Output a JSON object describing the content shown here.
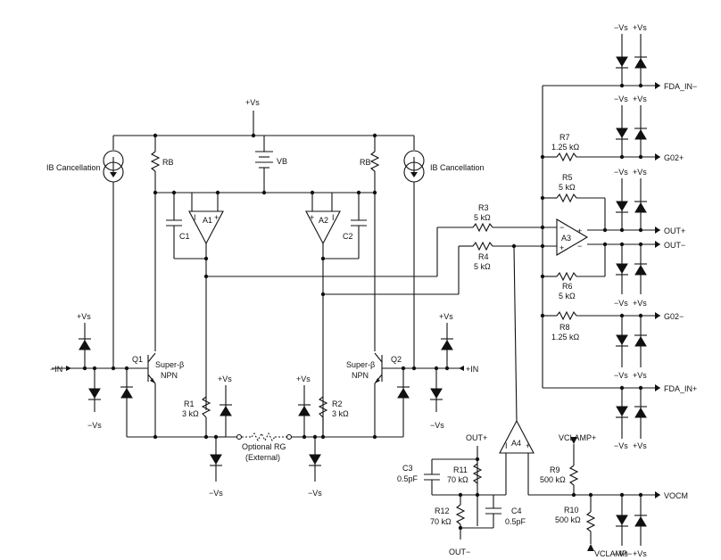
{
  "labels": {
    "vs_top": "+Vs",
    "vb": "VB",
    "rb_left": "RB",
    "rb_right": "RB",
    "ib_left": "IB Cancellation",
    "ib_right": "IB Cancellation",
    "a1": "A1",
    "a2": "A2",
    "a3": "A3",
    "a4": "A4",
    "c1": "C1",
    "c2": "C2",
    "q1": "Q1",
    "q2": "Q2",
    "superbeta_left": "Super-β",
    "npn_left": "NPN",
    "superbeta_right": "Super-β",
    "npn_right": "NPN",
    "in_minus": "−IN",
    "in_plus": "+IN",
    "r1": "R1",
    "r1_val": "3 kΩ",
    "r2": "R2",
    "r2_val": "3 kΩ",
    "rg": "Optional RG",
    "rg_ext": "(External)",
    "r3": "R3",
    "r3_val": "5 kΩ",
    "r4": "R4",
    "r4_val": "5 kΩ",
    "r5": "R5",
    "r5_val": "5 kΩ",
    "r6": "R6",
    "r6_val": "5 kΩ",
    "r7": "R7",
    "r7_val": "1.25 kΩ",
    "r8": "R8",
    "r8_val": "1.25 kΩ",
    "r9": "R9",
    "r9_val": "500 kΩ",
    "r10": "R10",
    "r10_val": "500 kΩ",
    "r11": "R11",
    "r11_val": "70 kΩ",
    "r12": "R12",
    "r12_val": "70 kΩ",
    "c3": "C3",
    "c3_val": "0.5pF",
    "c4": "C4",
    "c4_val": "0.5pF",
    "out_plus_fb": "OUT+",
    "out_minus_fb": "OUT−",
    "vclamp_plus": "VCLAMP+",
    "vclamp_minus": "VCLAMP−",
    "pins": {
      "fda_in_minus": "FDA_IN−",
      "g02_plus": "G02+",
      "out_plus": "OUT+",
      "out_minus": "OUT−",
      "g02_minus": "G02−",
      "fda_in_plus": "FDA_IN+",
      "vocm": "VOCM"
    },
    "minus_vs": "−Vs",
    "plus_vs": "+Vs"
  }
}
